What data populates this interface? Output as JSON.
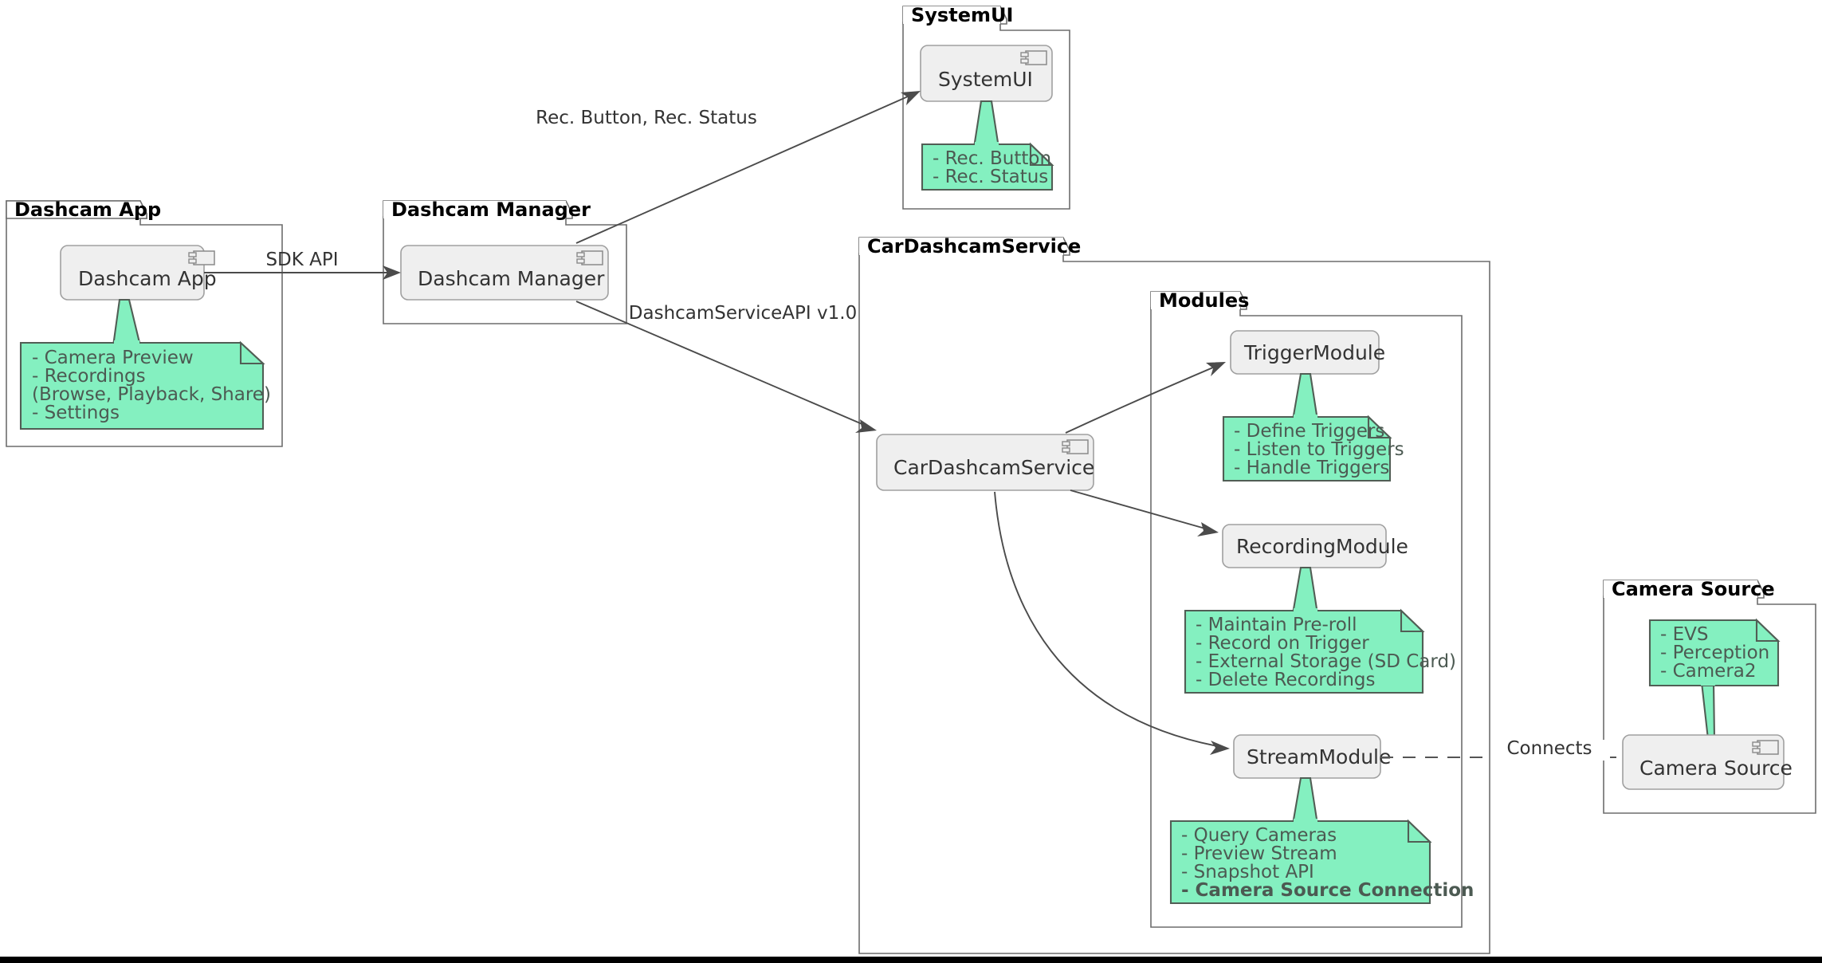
{
  "diagram": {
    "kind": "uml-component-diagram",
    "background": "#ffffff",
    "colors": {
      "note_fill": "#84f0c0",
      "note_border": "#515e55",
      "note_text": "#4c5a52",
      "component_fill": "#efefef",
      "component_border": "#a0a0a0",
      "component_text": "#333333",
      "package_border": "#6d6d6d",
      "package_title": "#000000",
      "link": "#4b4b4b",
      "link_label": "#333333"
    }
  },
  "packages": [
    {
      "id": "dashcam-app",
      "title": "Dashcam App"
    },
    {
      "id": "dashcam-manager",
      "title": "Dashcam Manager"
    },
    {
      "id": "system-ui",
      "title": "SystemUI"
    },
    {
      "id": "car-dashcam-service",
      "title": "CarDashcamService"
    },
    {
      "id": "modules",
      "title": "Modules"
    },
    {
      "id": "camera-source",
      "title": "Camera Source"
    }
  ],
  "components": [
    {
      "id": "dashcam-app",
      "label": "Dashcam App",
      "icon": "uml-component-icon"
    },
    {
      "id": "dashcam-manager",
      "label": "Dashcam Manager",
      "icon": "uml-component-icon"
    },
    {
      "id": "system-ui",
      "label": "SystemUI",
      "icon": "uml-component-icon"
    },
    {
      "id": "car-dashcam-service",
      "label": "CarDashcamService",
      "icon": "uml-component-icon"
    },
    {
      "id": "trigger-module",
      "label": "TriggerModule",
      "icon": null
    },
    {
      "id": "recording-module",
      "label": "RecordingModule",
      "icon": null
    },
    {
      "id": "stream-module",
      "label": "StreamModule",
      "icon": null
    },
    {
      "id": "camera-source",
      "label": "Camera Source",
      "icon": "uml-component-icon"
    }
  ],
  "notes": {
    "dashcam_app": {
      "lines": [
        {
          "text": "- Camera Preview",
          "bold": false
        },
        {
          "text": "- Recordings",
          "bold": false
        },
        {
          "text": "  (Browse, Playback, Share)",
          "bold": false
        },
        {
          "text": "- Settings",
          "bold": false
        }
      ]
    },
    "system_ui": {
      "lines": [
        {
          "text": "- Rec. Button",
          "bold": false
        },
        {
          "text": "- Rec. Status",
          "bold": false
        }
      ]
    },
    "trigger_module": {
      "lines": [
        {
          "text": "- Define Triggers",
          "bold": false
        },
        {
          "text": "- Listen to Triggers",
          "bold": false
        },
        {
          "text": "- Handle Triggers",
          "bold": false
        }
      ]
    },
    "recording_module": {
      "lines": [
        {
          "text": "- Maintain Pre-roll",
          "bold": false
        },
        {
          "text": "- Record on Trigger",
          "bold": false
        },
        {
          "text": "- External Storage (SD Card)",
          "bold": false
        },
        {
          "text": "- Delete Recordings",
          "bold": false
        }
      ]
    },
    "stream_module": {
      "lines": [
        {
          "text": "- Query Cameras",
          "bold": false
        },
        {
          "text": "- Preview Stream",
          "bold": false
        },
        {
          "text": "- Snapshot API",
          "bold": false
        },
        {
          "text": "- Camera Source Connection",
          "bold": true
        }
      ]
    },
    "camera_source": {
      "lines": [
        {
          "text": "- EVS",
          "bold": false
        },
        {
          "text": "- Perception",
          "bold": false
        },
        {
          "text": "- Camera2",
          "bold": false
        }
      ]
    }
  },
  "links": [
    {
      "id": "app-to-manager",
      "label": "SDK API",
      "from": "dashcam-app",
      "to": "dashcam-manager",
      "style": "solid-arrow"
    },
    {
      "id": "manager-to-systemui",
      "label": "Rec. Button, Rec. Status",
      "from": "dashcam-manager",
      "to": "system-ui",
      "style": "solid-arrow"
    },
    {
      "id": "manager-to-service",
      "label": "DashcamServiceAPI v1.0",
      "from": "dashcam-manager",
      "to": "car-dashcam-service",
      "style": "solid-arrow"
    },
    {
      "id": "service-to-trigger",
      "label": "",
      "from": "car-dashcam-service",
      "to": "trigger-module",
      "style": "solid-arrow"
    },
    {
      "id": "service-to-recording",
      "label": "",
      "from": "car-dashcam-service",
      "to": "recording-module",
      "style": "solid-arrow"
    },
    {
      "id": "service-to-stream",
      "label": "",
      "from": "car-dashcam-service",
      "to": "stream-module",
      "style": "solid-arrow-curved"
    },
    {
      "id": "stream-to-camera-source",
      "label": "Connects",
      "from": "stream-module",
      "to": "camera-source",
      "style": "dashed"
    }
  ]
}
